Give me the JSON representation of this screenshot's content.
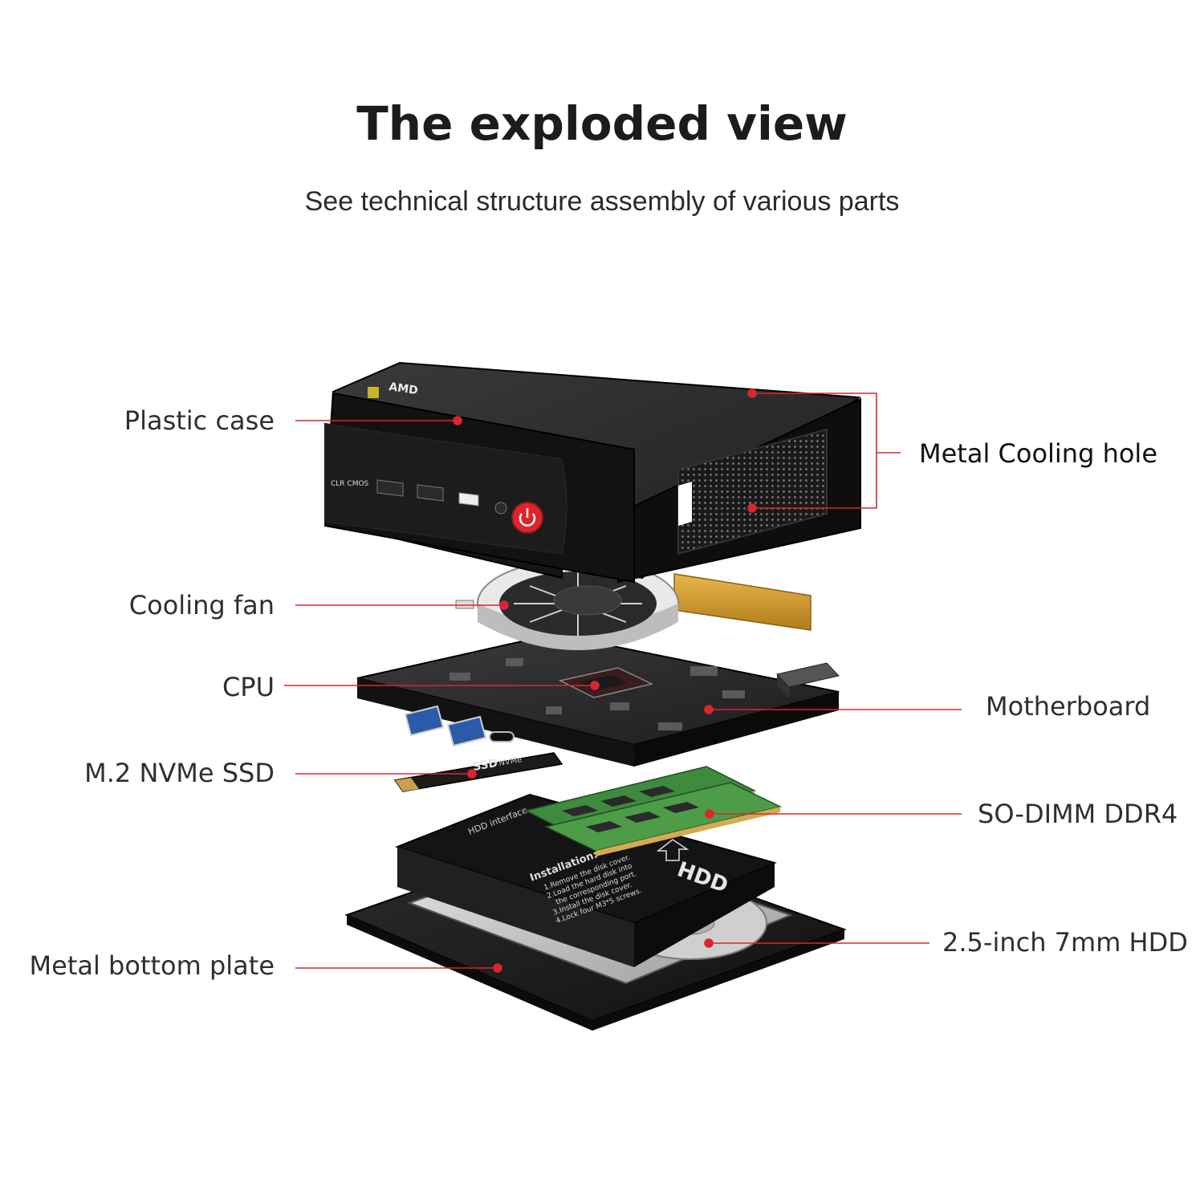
{
  "header": {
    "title": "The exploded view",
    "subtitle": "See technical structure assembly of various parts"
  },
  "labels": {
    "plastic_case": "Plastic case",
    "metal_cooling_hole": "Metal Cooling hole",
    "cooling_fan": "Cooling fan",
    "cpu": "CPU",
    "motherboard": "Motherboard",
    "ssd": "M.2 NVMe SSD",
    "ram": "SO-DIMM DDR4",
    "bottom_plate": "Metal bottom plate",
    "hdd": "2.5-inch 7mm HDD"
  },
  "device_print": {
    "brand": "AMD",
    "clr_cmos": "CLR CMOS",
    "ssd_mark": "SSD",
    "ssd_type": "NVMe",
    "hdd_interface": "HDD interface",
    "hdd_mark": "HDD",
    "installation_title": "Installation:",
    "installation_steps": [
      "1.Remove the disk cover.",
      "2.Load the hard disk into",
      "the corresponding port.",
      "3.Install the disk cover.",
      "4.Lock four M3*5 screws."
    ]
  },
  "colors": {
    "leader_line": "#d9262e",
    "text": "#2f2f2f",
    "case": "#151515",
    "power_button": "#e0242b"
  }
}
